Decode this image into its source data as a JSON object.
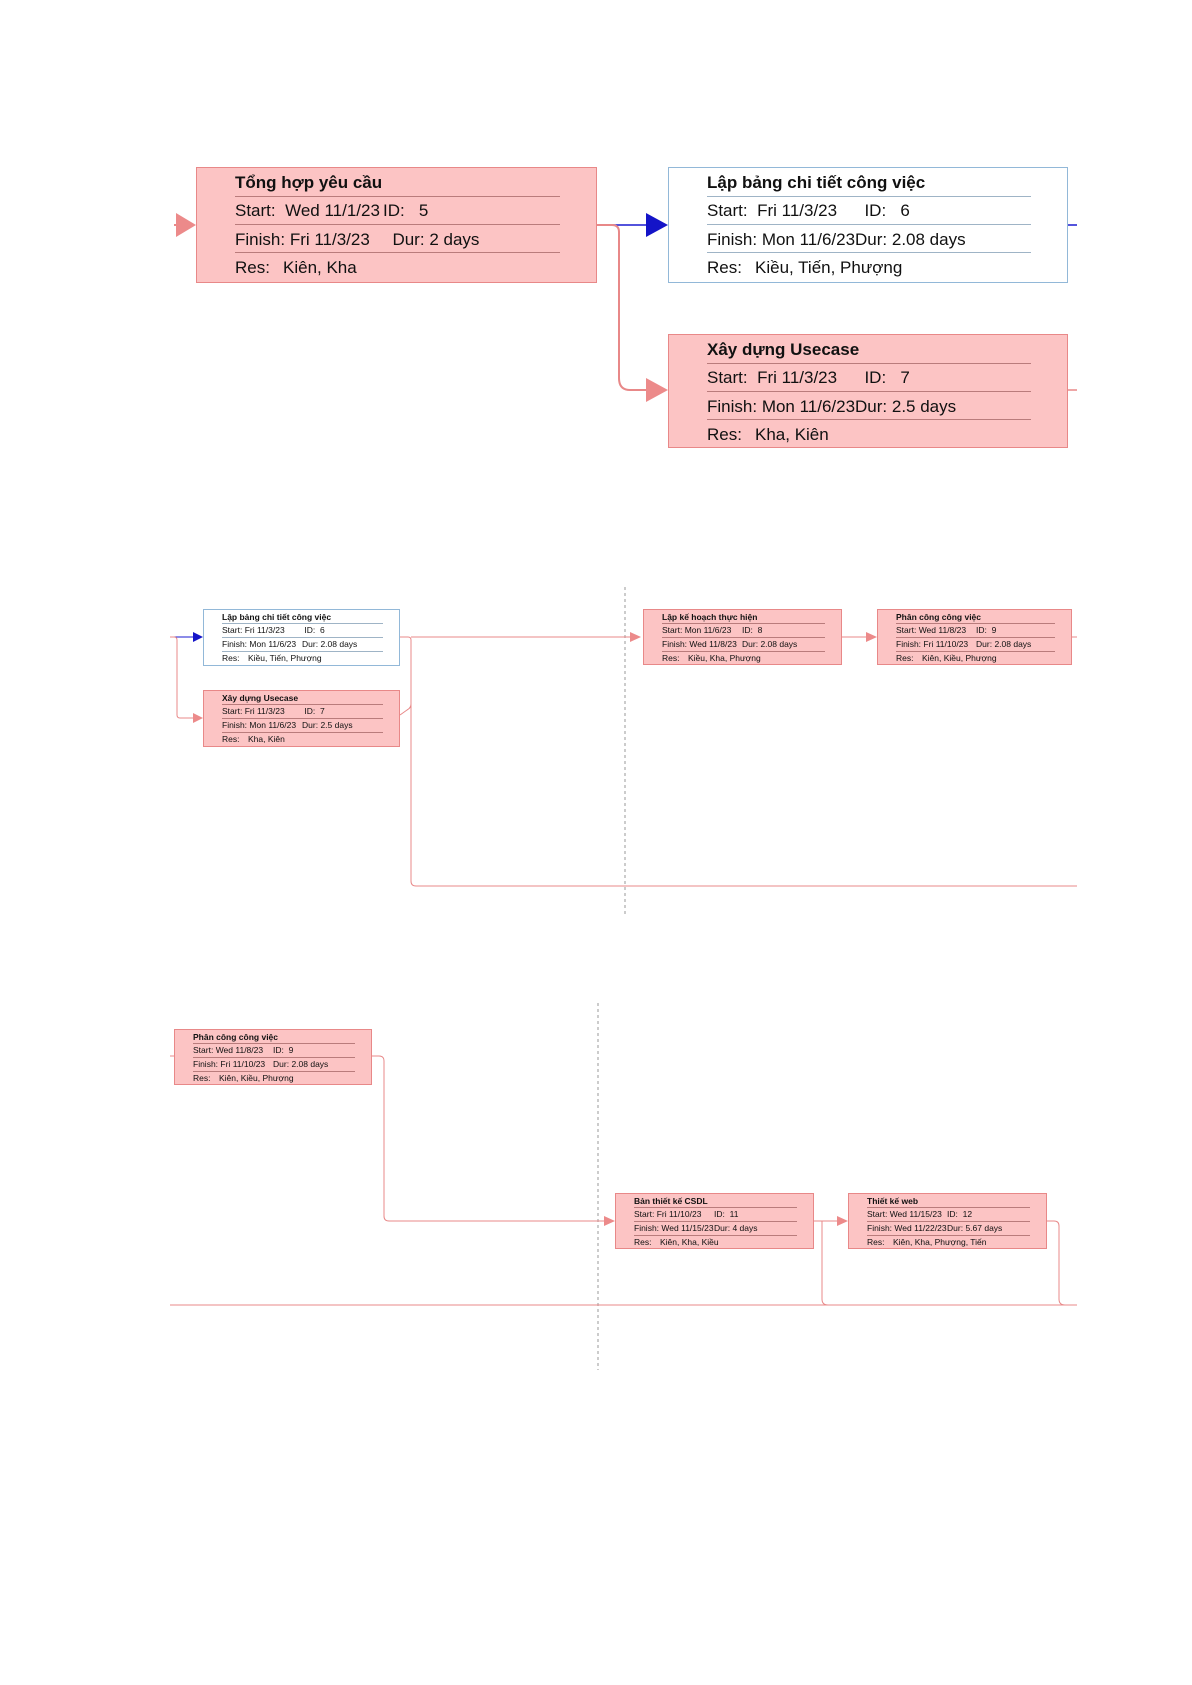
{
  "labels": {
    "start": "Start:",
    "finish": "Finish:",
    "id": "ID:",
    "dur": "Dur:",
    "res": "Res:"
  },
  "colors": {
    "critical_fill": "#fcc4c4",
    "critical_line": "#e88888",
    "normal_fill": "#ffffff",
    "normal_border": "#92b8d8",
    "normal_line": "#1010c8"
  },
  "nodes": [
    {
      "name": "Tổng hợp yêu cầu",
      "start": "Wed 11/1/23",
      "id": "5",
      "finish": "Fri 11/3/23",
      "dur": "2 days",
      "res": "Kiên, Kha",
      "critical": true
    },
    {
      "name": "Lập bảng chi tiết công việc",
      "start": "Fri 11/3/23",
      "id": "6",
      "finish": "Mon 11/6/23",
      "dur": "2.08 days",
      "res": "Kiều, Tiến, Phượng",
      "critical": false
    },
    {
      "name": "Xây dựng Usecase",
      "start": "Fri 11/3/23",
      "id": "7",
      "finish": "Mon 11/6/23",
      "dur": "2.5 days",
      "res": "Kha, Kiên",
      "critical": true
    },
    {
      "name": "Lập kế hoạch thực hiện",
      "start": "Mon 11/6/23",
      "id": "8",
      "finish": "Wed 11/8/23",
      "dur": "2.08 days",
      "res": "Kiều, Kha, Phượng",
      "critical": true
    },
    {
      "name": "Phân công công việc",
      "start": "Wed 11/8/23",
      "id": "9",
      "finish": "Fri 11/10/23",
      "dur": "2.08 days",
      "res": "Kiên, Kiều, Phượng",
      "critical": true
    },
    {
      "name": "Bản thiết kế CSDL",
      "start": "Fri 11/10/23",
      "id": "11",
      "finish": "Wed 11/15/23",
      "dur": "4 days",
      "res": "Kiên, Kha, Kiều",
      "critical": true
    },
    {
      "name": "Thiết kế web",
      "start": "Wed 11/15/23",
      "id": "12",
      "finish": "Wed 11/22/23",
      "dur": "5.67 days",
      "res": "Kiên, Kha, Phượng, Tiến",
      "critical": true
    }
  ]
}
